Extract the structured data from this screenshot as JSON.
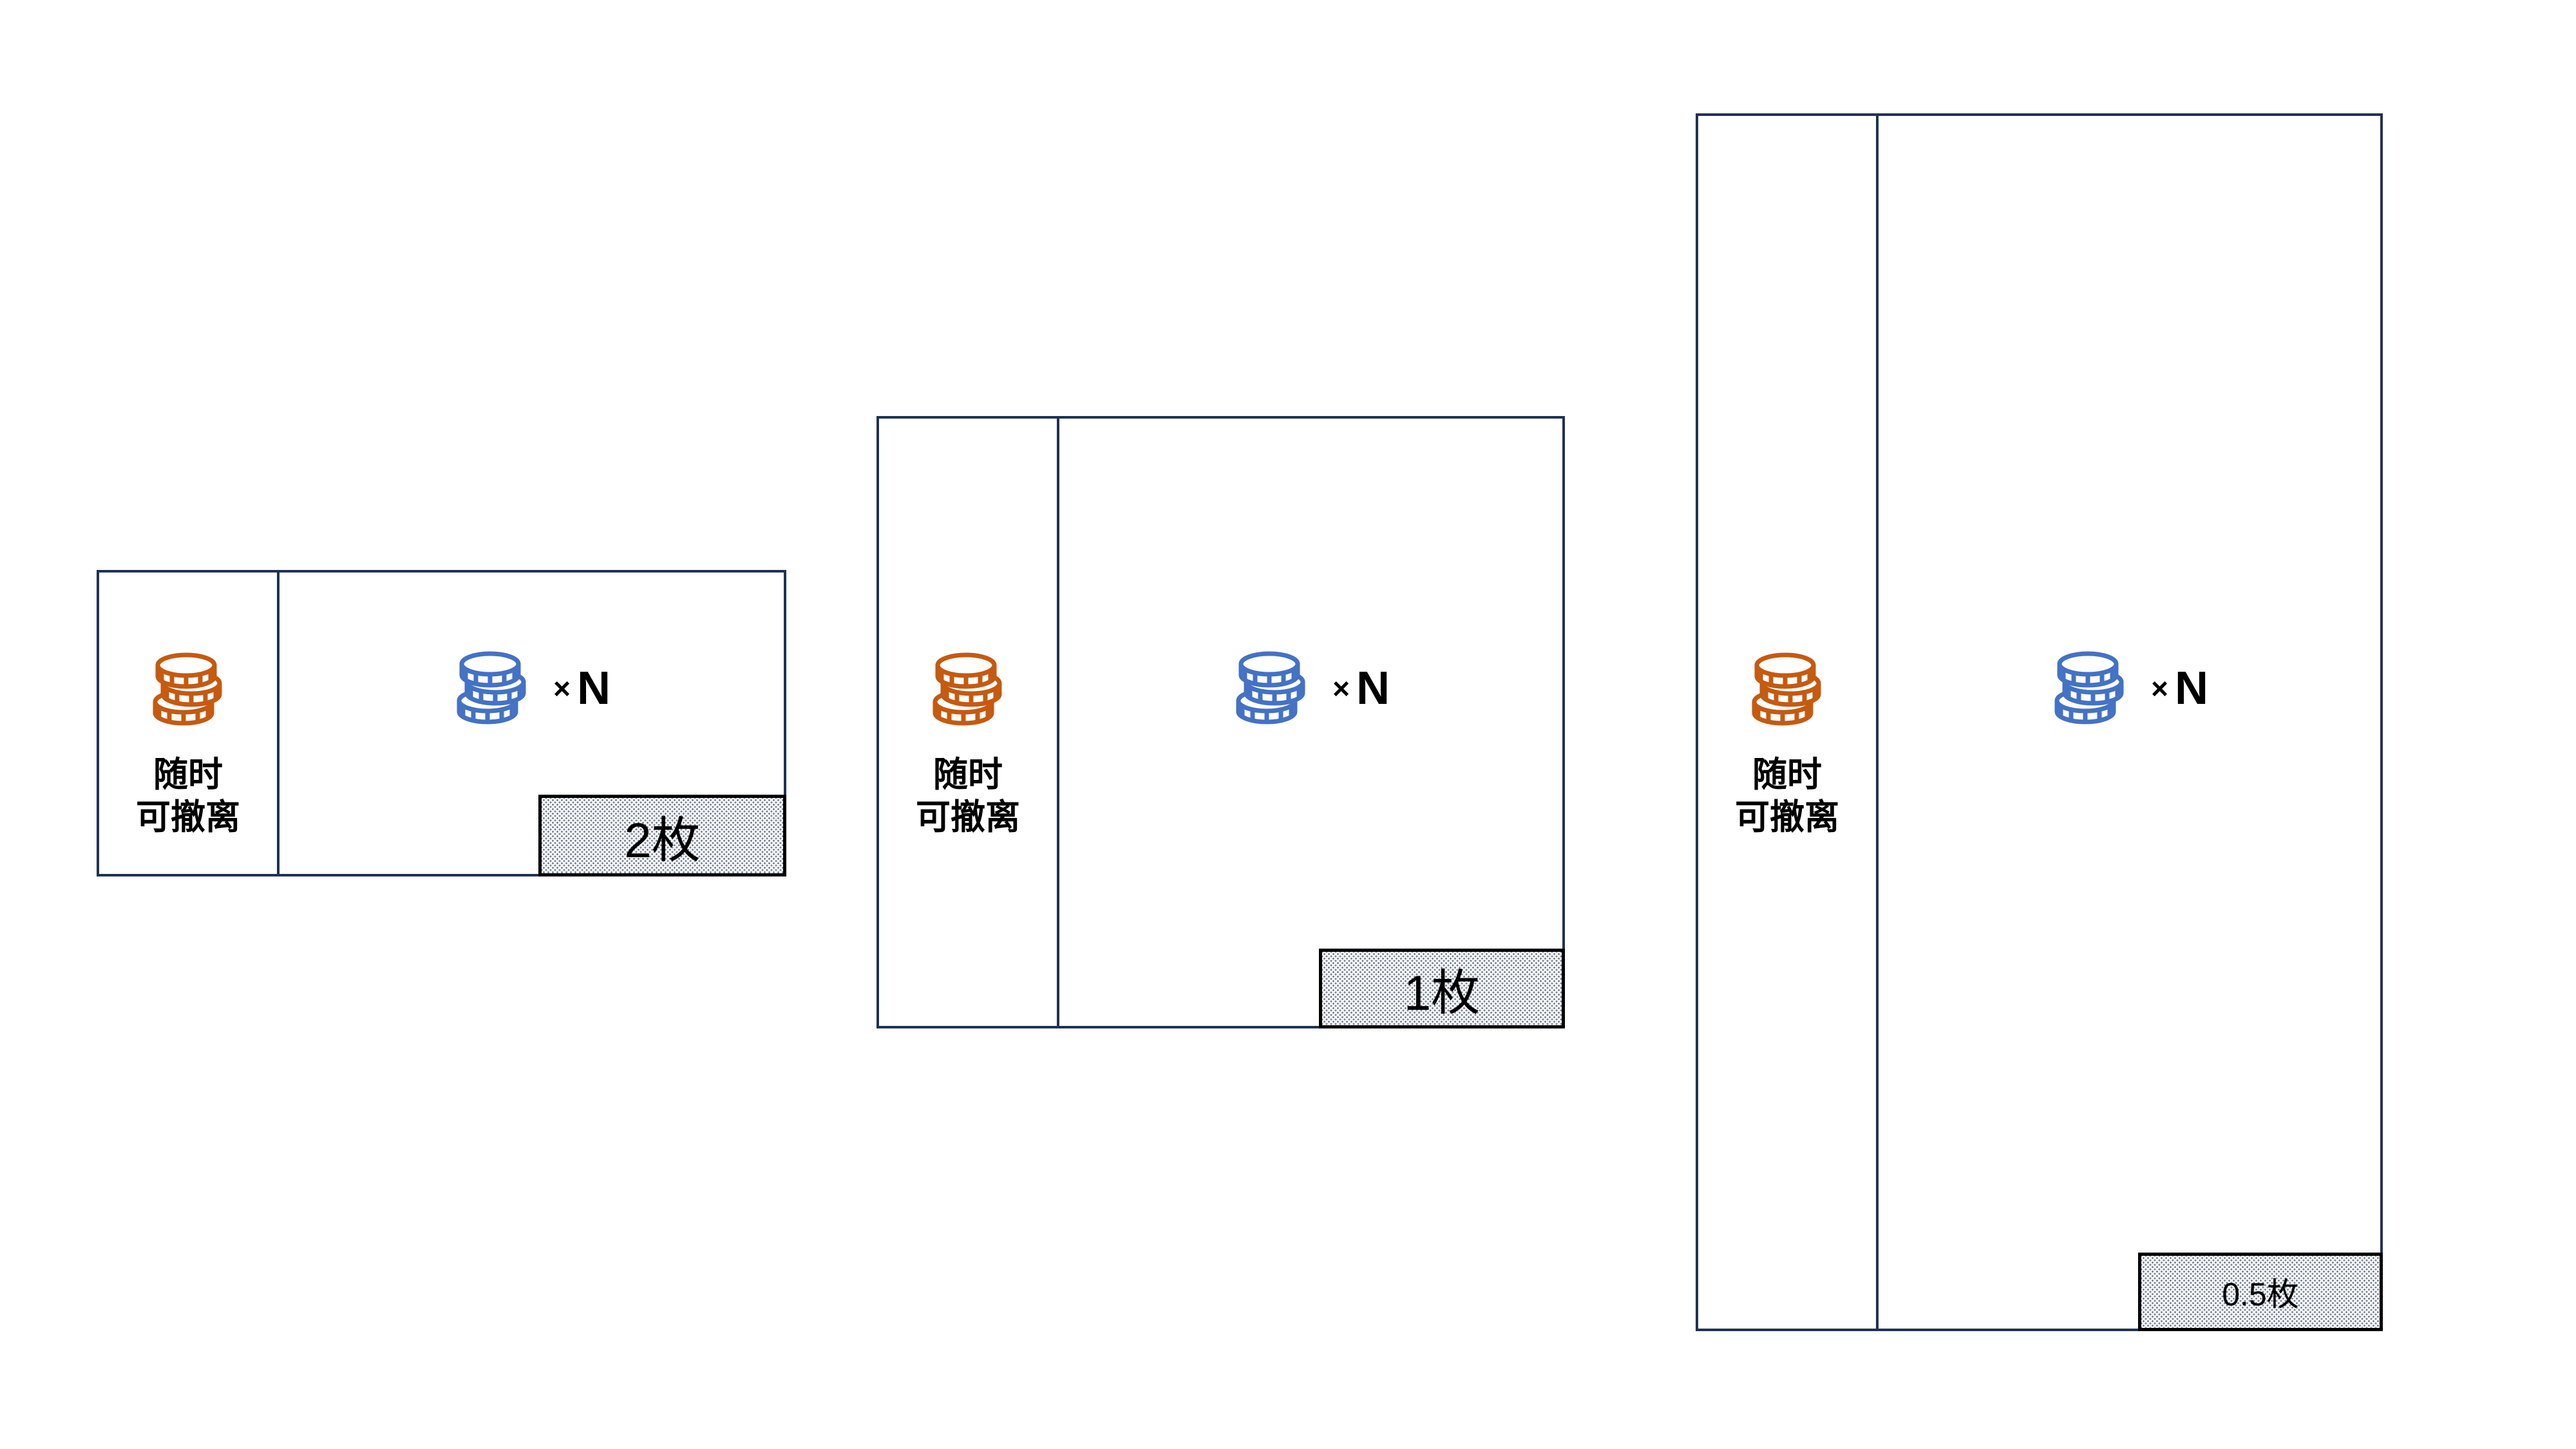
{
  "colors": {
    "canvas_bg": "#ffffff",
    "box_border": "#1f3352",
    "coin_orange": "#c55a11",
    "coin_blue": "#4472c4",
    "badge_border": "#000000",
    "badge_dots": "#7a8494",
    "text": "#000000"
  },
  "shared": {
    "withdraw_line1": "随时",
    "withdraw_line2": "可撤离",
    "multiplier_times": "×",
    "multiplier_n": "N",
    "left_icon": "coin-stack-icon",
    "right_icon": "coin-stack-icon"
  },
  "diagrams": [
    {
      "id": "room-cost-2",
      "badge": "2枚"
    },
    {
      "id": "room-cost-1",
      "badge": "1枚"
    },
    {
      "id": "room-cost-0-5",
      "badge": "0.5枚"
    }
  ]
}
